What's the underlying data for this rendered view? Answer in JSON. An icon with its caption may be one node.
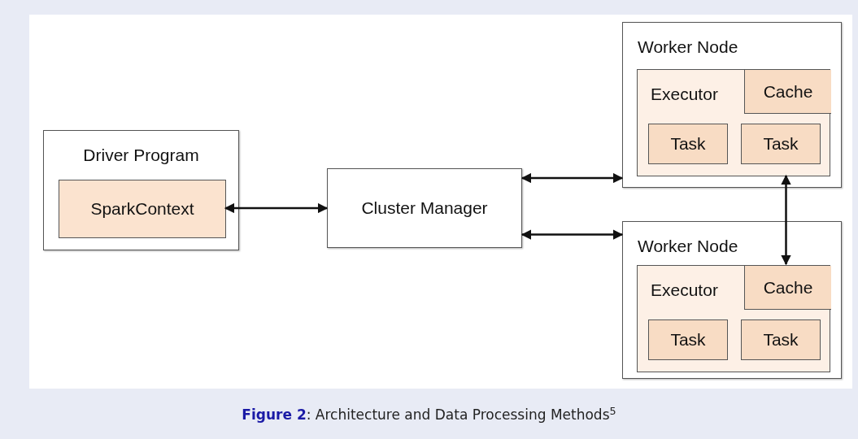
{
  "diagram": {
    "caption": "**Figure 2**: Architecture and Data Processing Methods$^{5}$",
    "nodes": [
      {
        "text": [
          "Driver Program"
        ]
      },
      {
        "text": [
          "SparkContext"
        ],
        "in": 0
      },
      {
        "text": [
          "Cluster Manager"
        ]
      },
      {
        "text": [
          "Worker Node"
        ]
      },
      {
        "text": [
          "Executor"
        ],
        "in": 3
      },
      {
        "text": [
          "Cache"
        ],
        "in": 4
      },
      {
        "text": [
          "Task"
        ],
        "in": 4
      },
      {
        "text": [
          "Task"
        ],
        "in": 4
      },
      {
        "text": [
          "Worker Node"
        ]
      },
      {
        "text": [
          "Executor"
        ],
        "in": 8
      },
      {
        "text": [
          "Cache"
        ],
        "in": 9
      },
      {
        "text": [
          "Task"
        ],
        "in": 9
      },
      {
        "text": [
          "Task"
        ],
        "in": 9
      }
    ],
    "edges": [
      {
        "from": 1,
        "to": 2,
        "arrow": "both"
      },
      {
        "from": 2,
        "to": 3,
        "arrow": "both"
      },
      {
        "from": 2,
        "to": 8,
        "arrow": "both"
      },
      {
        "from": 4,
        "to": 10,
        "arrow": "both"
      }
    ]
  }
}
